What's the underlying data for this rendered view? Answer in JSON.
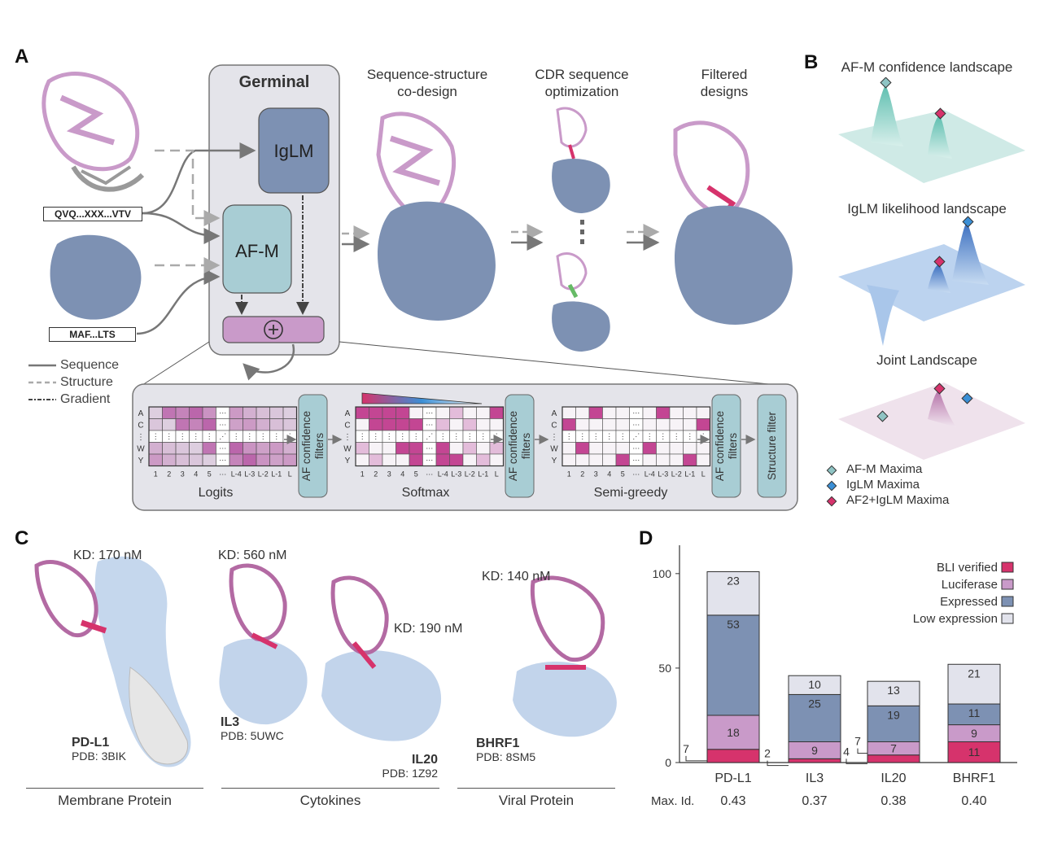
{
  "panels": {
    "a": "A",
    "b": "B",
    "c": "C",
    "d": "D"
  },
  "panel_a": {
    "germinal_title": "Germinal",
    "iglm_label": "IgLM",
    "afm_label": "AF-M",
    "plus_symbol": "+",
    "seq_input_1": "QVQ...XXX...VTV",
    "seq_input_2": "MAF...LTS",
    "stage_1": "Sequence-structure co-design",
    "stage_2": "CDR sequence optimization",
    "stage_3": "Filtered designs",
    "legend": {
      "sequence": "Sequence",
      "structure": "Structure",
      "gradient": "Gradient"
    },
    "inset": {
      "rows": [
        "A",
        "C",
        "W",
        "Y"
      ],
      "cols": [
        "1",
        "2",
        "3",
        "4",
        "5",
        "L-4",
        "L-3",
        "L-2",
        "L-1",
        "L"
      ],
      "logits_label": "Logits",
      "softmax_label": "Softmax",
      "semigreedy_label": "Semi-greedy",
      "filter_label": "AF confidence filters",
      "structure_filter_label": "Structure filter"
    }
  },
  "panel_b": {
    "title_1": "AF-M confidence landscape",
    "title_2": "IgLM likelihood landscape",
    "title_3": "Joint Landscape",
    "legend": [
      "AF-M Maxima",
      "IgLM Maxima",
      "AF2+IgLM Maxima"
    ],
    "colors": {
      "afm": "#8fc4c4",
      "iglm": "#3b8fd6",
      "joint": "#d6336c"
    }
  },
  "panel_c": {
    "kd_pdl1": "KD: 170 nM",
    "kd_il3": "KD: 560 nM",
    "kd_il20": "KD: 190 nM",
    "kd_bhrf1": "KD: 140 nM",
    "pdl1_name": "PD-L1",
    "pdl1_pdb": "PDB: 3BIK",
    "il3_name": "IL3",
    "il3_pdb": "PDB: 5UWC",
    "il20_name": "IL20",
    "il20_pdb": "PDB: 1Z92",
    "bhrf1_name": "BHRF1",
    "bhrf1_pdb": "PDB: 8SM5",
    "cat_1": "Membrane Protein",
    "cat_2": "Cytokines",
    "cat_3": "Viral Protein"
  },
  "chart_data": {
    "type": "bar",
    "stacked": true,
    "categories": [
      "PD-L1",
      "IL3",
      "IL20",
      "BHRF1"
    ],
    "series": [
      {
        "name": "BLI verified",
        "values": [
          7,
          2,
          4,
          11
        ],
        "color": "#d6336c"
      },
      {
        "name": "Luciferase",
        "values": [
          18,
          9,
          7,
          9
        ],
        "color": "#c99ac9"
      },
      {
        "name": "Expressed",
        "values": [
          53,
          25,
          19,
          11
        ],
        "color": "#7d91b3"
      },
      {
        "name": "Low expression",
        "values": [
          23,
          10,
          13,
          21
        ],
        "color": "#e2e3ec"
      }
    ],
    "segment_labels": [
      [
        "",
        "18",
        "53",
        "23"
      ],
      [
        "",
        "9",
        "25",
        "10"
      ],
      [
        "",
        "7",
        "19",
        "13"
      ],
      [
        "11",
        "9",
        "11",
        "21"
      ]
    ],
    "side_labels": [
      {
        "bar": 0,
        "series": 0,
        "text": "7"
      },
      {
        "bar": 1,
        "series": 0,
        "text": "2"
      },
      {
        "bar": 2,
        "series": 0,
        "text": "4"
      },
      {
        "bar": 2,
        "series": 1,
        "text": "7"
      }
    ],
    "ylim": [
      0,
      115
    ],
    "yticks": [
      0,
      50,
      100
    ],
    "legend_position": "top-right",
    "max_id_label": "Max. Id.",
    "max_id": [
      "0.43",
      "0.37",
      "0.38",
      "0.40"
    ]
  }
}
